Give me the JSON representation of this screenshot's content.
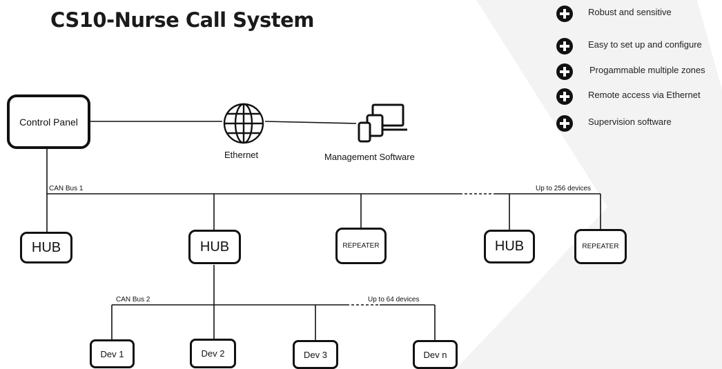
{
  "title": "CS10-Nurse Call System",
  "features": [
    {
      "label": "Robust and sensitive",
      "icon": "plus-circle-icon"
    },
    {
      "label": "Easy to set up and configure",
      "icon": "plus-circle-icon"
    },
    {
      "label": "Progammable multiple zones",
      "icon": "plus-circle-icon"
    },
    {
      "label": "Remote access via Ethernet",
      "icon": "plus-circle-icon"
    },
    {
      "label": "Supervision software",
      "icon": "plus-circle-icon"
    }
  ],
  "nodes": {
    "control_panel": "Control Panel",
    "ethernet": "Ethernet",
    "management_software": "Management Software",
    "hub_1": "HUB",
    "hub_2": "HUB",
    "repeater_1": "REPEATER",
    "hub_3": "HUB",
    "repeater_2": "REPEATER",
    "dev_1": "Dev 1",
    "dev_2": "Dev 2",
    "dev_3": "Dev 3",
    "dev_n": "Dev n"
  },
  "labels": {
    "can_bus_1": "CAN Bus 1",
    "can_bus_1_limit": "Up to 256 devices",
    "can_bus_2": "CAN Bus 2",
    "can_bus_2_limit": "Up to 64 devices"
  },
  "icons": {
    "ethernet": "globe-icon",
    "management_software": "devices-icon"
  },
  "colors": {
    "line": "#111111",
    "background_panel": "#f2f2f2"
  }
}
